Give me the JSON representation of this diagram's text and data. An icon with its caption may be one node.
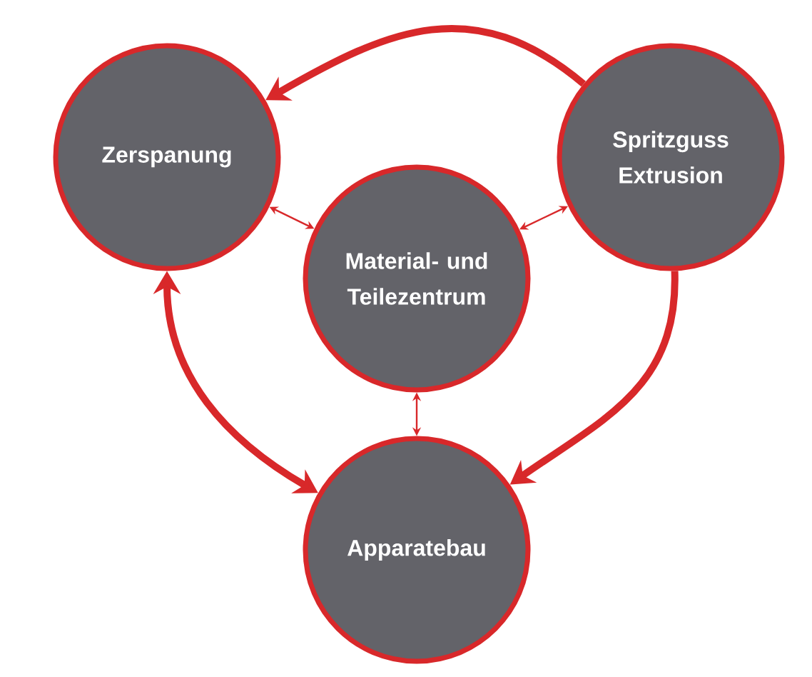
{
  "diagram": {
    "nodes": [
      {
        "text": [
          "Zerspanung"
        ]
      },
      {
        "text": [
          "Spritzguss Extrusion"
        ]
      },
      {
        "text": [
          "Material- und Teilezentrum"
        ]
      },
      {
        "text": [
          "Apparatebau"
        ]
      }
    ],
    "edges": [
      {
        "from": 1,
        "to": 0,
        "arrow": "to",
        "style": "thick"
      },
      {
        "from": 1,
        "to": 3,
        "arrow": "to",
        "style": "thick"
      },
      {
        "from": 0,
        "to": 3,
        "arrow": "both",
        "style": "thick"
      },
      {
        "from": 2,
        "to": 0,
        "arrow": "both"
      },
      {
        "from": 2,
        "to": 1,
        "arrow": "both"
      },
      {
        "from": 2,
        "to": 3,
        "arrow": "both"
      }
    ]
  }
}
